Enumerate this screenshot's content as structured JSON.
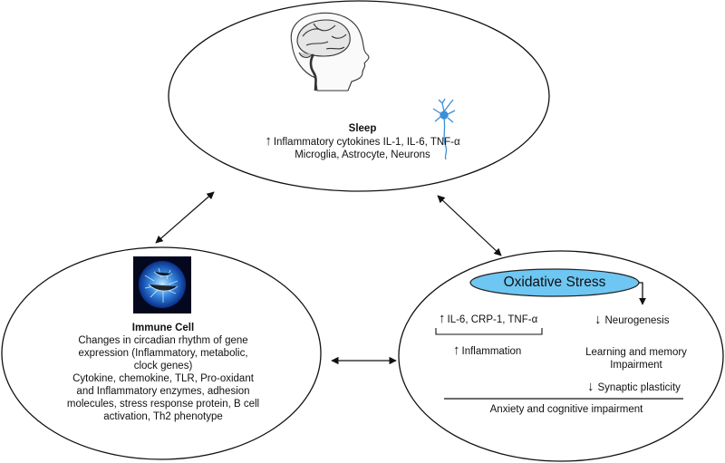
{
  "sleep": {
    "title": "Sleep",
    "line1": "Inflammatory cytokines IL-1, IL-6, TNF-α",
    "line2": "Microglia, Astrocyte, Neurons",
    "icons": [
      "head-brain-illustration",
      "neuron-illustration"
    ]
  },
  "immune": {
    "title": "Immune Cell",
    "lines": [
      "Changes in circadian rhythm of gene",
      "expression (Inflammatory, metabolic,",
      "clock genes)",
      "Cytokine,  chemokine, TLR, Pro-oxidant",
      "and Inflammatory enzymes, adhesion",
      "molecules, stress response protein, B cell",
      "activation, Th2 phenotype"
    ],
    "icons": [
      "immune-cell-micrograph"
    ]
  },
  "oxidative": {
    "title": "Oxidative Stress",
    "markers": "IL-6, CRP-1, TNF-α",
    "inflammation": "Inflammation",
    "neurogenesis": "Neurogenesis",
    "learning1": "Learning and memory",
    "learning2": "Impairment",
    "synaptic": "Synaptic plasticity",
    "anxiety": "Anxiety and cognitive impairment",
    "badge_color": "#6ec6f2"
  }
}
